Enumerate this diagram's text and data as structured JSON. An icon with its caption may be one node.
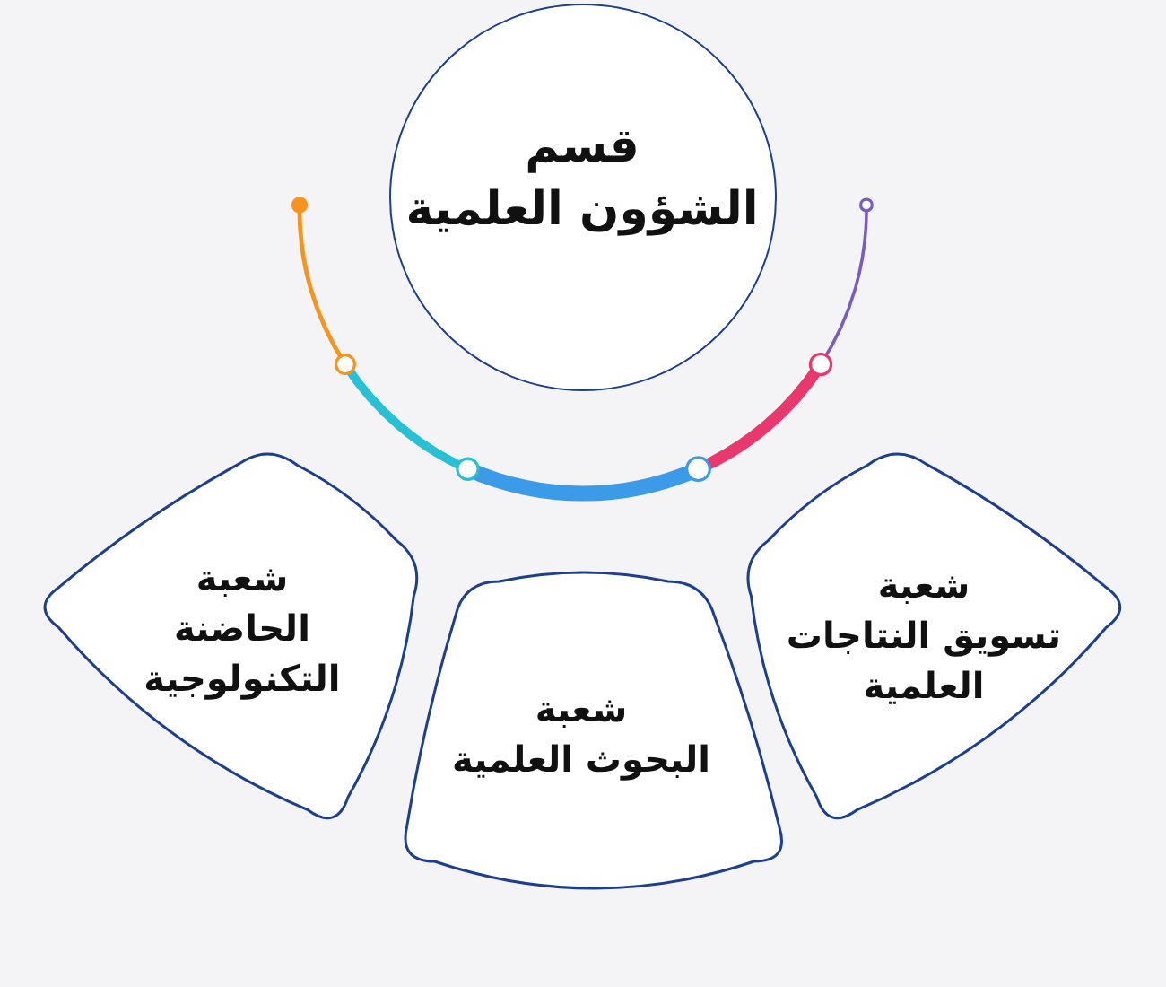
{
  "diagram": {
    "nodes": [
      {
        "text": [
          "قسم الشؤون العلمية"
        ]
      },
      {
        "text": [
          "شعبة تسويق النتاجات العلمية"
        ]
      },
      {
        "text": [
          "شعبة البحوث العلمية"
        ]
      },
      {
        "text": [
          "شعبة الحاضنة التكنولوجية"
        ]
      }
    ]
  }
}
